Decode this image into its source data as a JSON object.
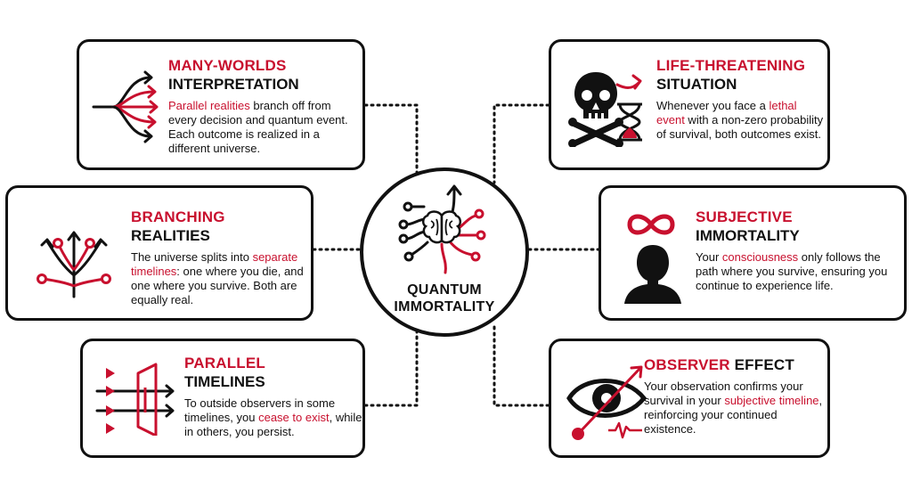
{
  "center": {
    "line1": "QUANTUM",
    "line2": "IMMORTALITY"
  },
  "cards": {
    "many_worlds": {
      "title_red": "MANY-WORLDS",
      "title_black": "INTERPRETATION",
      "body_red1": "Parallel realities",
      "body_rest": " branch off from every decision and quantum event. Each outcome is realized in a different universe."
    },
    "branching": {
      "title_red": "BRANCHING",
      "title_black": "REALITIES",
      "body_pre": "The universe splits into ",
      "body_red": "separate timelines",
      "body_post": ": one where you die, and one where you survive. Both are equally real."
    },
    "parallel": {
      "title_red": "PARALLEL",
      "title_black": "TIMELINES",
      "body_pre": "To outside observers in some timelines, you ",
      "body_red": "cease to exist",
      "body_post": ", while in others, you persist."
    },
    "life_threatening": {
      "title_red": "LIFE-THREATENING",
      "title_black": "SITUATION",
      "body_pre": "Whenever you face a ",
      "body_red": "lethal event",
      "body_post": " with a non-zero probability of survival, both outcomes exist."
    },
    "subjective": {
      "title_red": "SUBJECTIVE",
      "title_black": "IMMORTALITY",
      "body_pre": "Your ",
      "body_red": "consciousness",
      "body_post": " only follows the path where you survive, ensuring you continue to experience life."
    },
    "observer": {
      "title_red": "OBSERVER",
      "title_black": " EFFECT",
      "body_pre": "Your observation confirms your survival in your ",
      "body_red": "subjective timeline",
      "body_post": ", reinforcing your continued existence."
    }
  },
  "colors": {
    "accent": "#c8102e",
    "ink": "#111111"
  },
  "icons": [
    "branching-arrows-icon",
    "tree-branch-icon",
    "timeline-arrows-icon",
    "skull-crossbones-icon",
    "hourglass-icon",
    "infinity-icon",
    "person-silhouette-icon",
    "eye-icon",
    "brain-circuit-icon"
  ]
}
